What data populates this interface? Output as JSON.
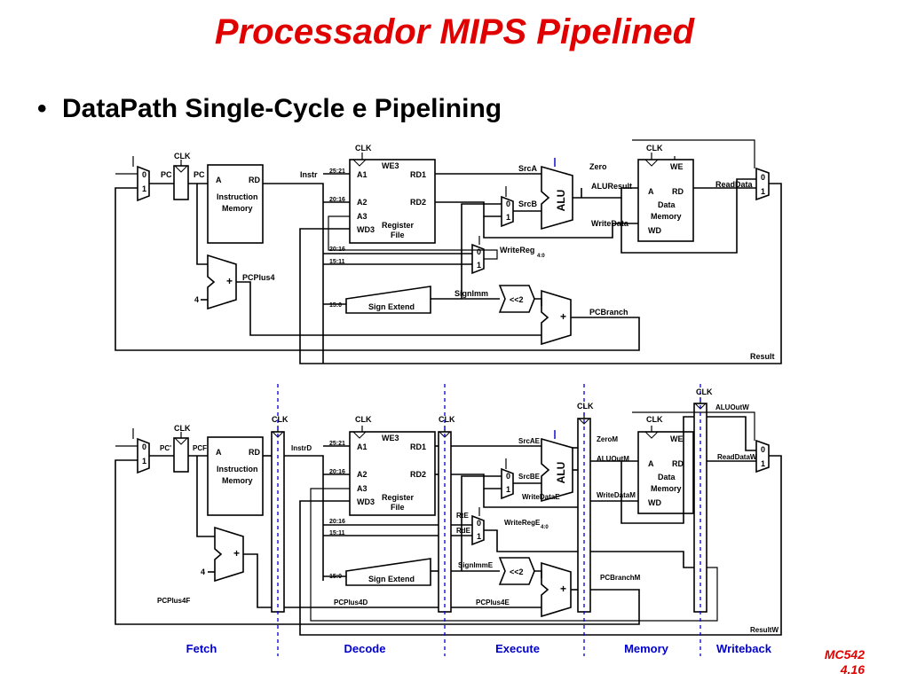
{
  "slide": {
    "title": "Processador MIPS Pipelined",
    "bullet": "DataPath Single-Cycle e Pipelining",
    "course": "MC542",
    "page": "4.16"
  },
  "top": {
    "clk": "CLK",
    "pc": "PC",
    "pc2": "PC",
    "mux0": "0",
    "mux1": "1",
    "imem_a": "A",
    "imem_rd": "RD",
    "imem_name1": "Instruction",
    "imem_name2": "Memory",
    "instr": "Instr",
    "r2521": "25:21",
    "r2016": "20:16",
    "r2016b": "20:16",
    "r1511": "15:11",
    "r150": "15:0",
    "we3": "WE3",
    "a1": "A1",
    "a2": "A2",
    "a3": "A3",
    "wd3": "WD3",
    "rd1": "RD1",
    "rd2": "RD2",
    "rf1": "Register",
    "rf2": "File",
    "srca": "SrcA",
    "srcb": "SrcB",
    "alu": "ALU",
    "zero": "Zero",
    "aluresult": "ALUResult",
    "writedata": "WriteData",
    "we": "WE",
    "dm_a": "A",
    "dm_rd": "RD",
    "dm1": "Data",
    "dm2": "Memory",
    "dm_wd": "WD",
    "readdata": "ReadData",
    "writereg": "WriteReg",
    "writereg_sub": "4:0",
    "signimm": "SignImm",
    "signext": "Sign Extend",
    "shl2": "<<2",
    "plus": "+",
    "four": "4",
    "pcplus4": "PCPlus4",
    "pcbranch": "PCBranch",
    "result": "Result"
  },
  "bottom": {
    "clk": "CLK",
    "pc": "PC'",
    "pcf": "PCF",
    "instrd": "InstrD",
    "srcae": "SrcAE",
    "srcbe": "SrcBE",
    "zerom": "ZeroM",
    "aluoutm": "ALUOutM",
    "aluoutm2": "ALUOutM",
    "writedatae": "WriteDataE",
    "writedatam": "WriteDataM",
    "readdataw": "ReadDataW",
    "aluoutw": "ALUOutW",
    "rte": "RtE",
    "rde": "RdE",
    "writerege": "WriteRegE",
    "writerege_sub": "4:0",
    "signimme": "SignImmE",
    "pcbranchm": "PCBranchM",
    "pcplus4f": "PCPlus4F",
    "pcplus4d": "PCPlus4D",
    "pcplus4e": "PCPlus4E",
    "resultw": "ResultW"
  },
  "stages": [
    "Fetch",
    "Decode",
    "Execute",
    "Memory",
    "Writeback"
  ],
  "colors": {
    "title": "#e00000",
    "stage": "#0000cc",
    "divider": "#0000cc",
    "wire": "#000000"
  }
}
